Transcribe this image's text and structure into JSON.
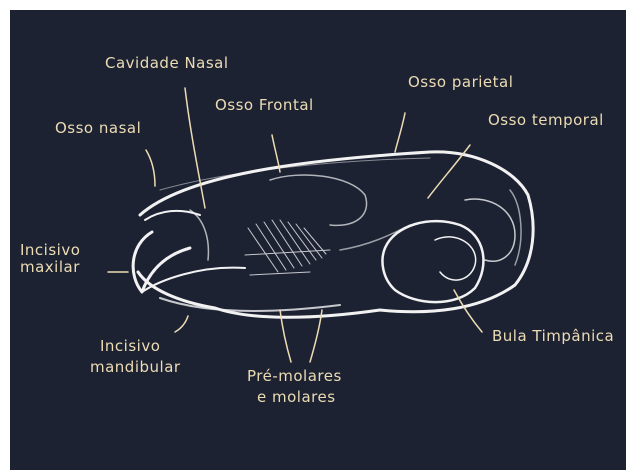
{
  "diagram": {
    "colors": {
      "background": "#1d2233",
      "label": "#ecdcb4",
      "chalk": "#f2f2f2"
    },
    "labels": {
      "cavidade_nasal": "Cavidade Nasal",
      "osso_frontal": "Osso Frontal",
      "osso_parietal": "Osso parietal",
      "osso_nasal": "Osso nasal",
      "osso_temporal": "Osso temporal",
      "incisivo_maxilar_l1": "Incisivo",
      "incisivo_maxilar_l2": "maxilar",
      "incisivo_mandibular_l1": "Incisivo",
      "incisivo_mandibular_l2": "mandibular",
      "pre_molares_l1": "Pré-molares",
      "pre_molares_l2": "e molares",
      "bula_timpanica": "Bula Timpânica"
    }
  }
}
